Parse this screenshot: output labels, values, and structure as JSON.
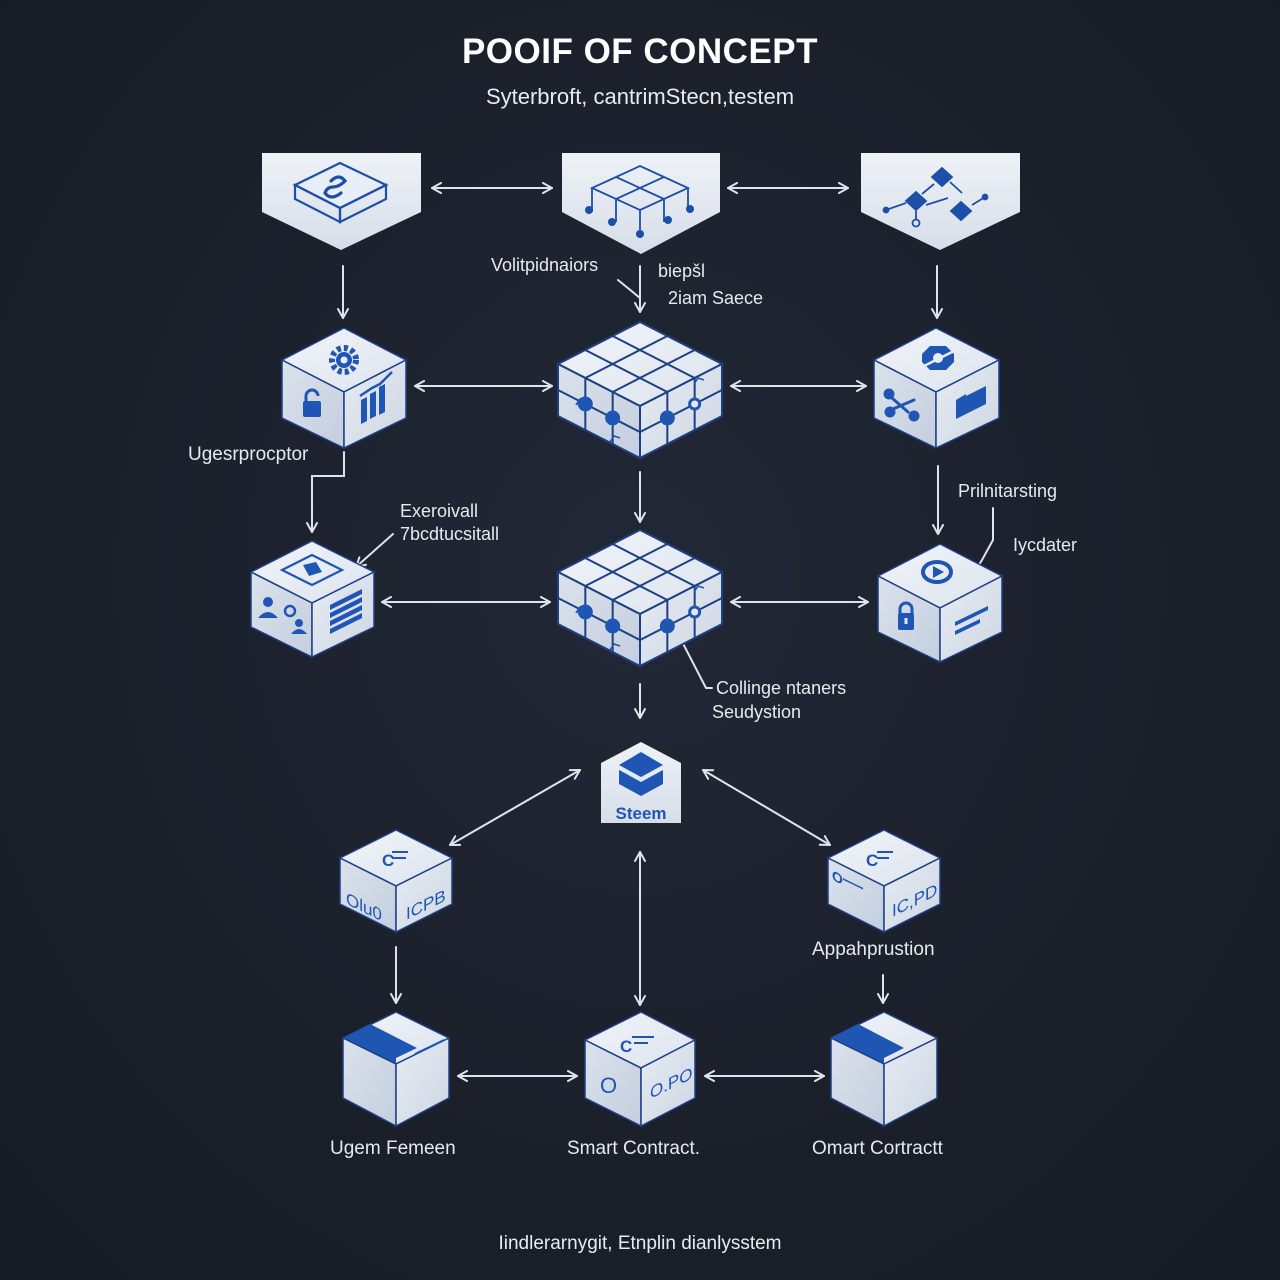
{
  "header": {
    "title": "POOIF OF CONCEPT",
    "subtitle": "Syterbroft, cantrimStecn,testem"
  },
  "footer": {
    "text": "Iindlerarnygit, Etnplin  dianlysstem"
  },
  "colors": {
    "background": "#1b202b",
    "node_face_light": "#e6ebf3",
    "node_face_mid": "#cfd7e4",
    "node_face_dark": "#b9c4d6",
    "accent_blue": "#1f56b3",
    "edge_line": "#1d3f85",
    "arrow": "#dfe4ec"
  },
  "labels": {
    "validators": "Volitpidnaiors",
    "biep": "biepšl",
    "ziam_saece": "2iam Saece",
    "ugesrproptor": "Ugesrprocptor",
    "exeroivall": "Exeroivall",
    "tbcdtucsitall": "7bcdtucsitall",
    "prinitarsting": "Prilnitarsting",
    "iycdater": "Iycdater",
    "collinge": "Collinge ntaners",
    "seudystion": "Seudystion",
    "appahprustion": "Appahprustion"
  },
  "nodes": {
    "top_left": {
      "icon": "s-token-icon"
    },
    "top_center": {
      "icon": "grid-network-icon"
    },
    "top_right": {
      "icon": "flowchart-icon"
    },
    "mid_left": {
      "top_icon": "gear-icon",
      "left_icon": "lock-open-icon",
      "right_icon": "bar-chart-icon"
    },
    "mid_center": {
      "icon": "grid-cube-icon"
    },
    "mid_right": {
      "top_icon": "hex-link-icon",
      "left_icon": "people-network-icon",
      "right_icon": "folder-icon"
    },
    "low_left": {
      "top_icon": "image-frame-icon",
      "left_icon": "users-icon",
      "right_icon": "list-icon"
    },
    "low_center": {
      "icon": "grid-cube-icon"
    },
    "low_right": {
      "top_icon": "play-chat-icon",
      "left_icon": "lock-icon",
      "right_icon": "text-lines-icon"
    },
    "steem": {
      "label": "Steem",
      "icon": "steem-cube-icon"
    },
    "ring_left": {
      "top_text": "C",
      "left_text": "Olu0",
      "right_text": "ICPB"
    },
    "ring_right": {
      "top_text": "C",
      "left_text": "O",
      "right_text": "IC,PD"
    },
    "bottom_left": {
      "label": "Ugem Femeen"
    },
    "bottom_center": {
      "label": "Smart Contract.",
      "top_text": "C",
      "left_text": "O",
      "right_text": "O.PO"
    },
    "bottom_right": {
      "label": "Omart Cortractt"
    }
  }
}
